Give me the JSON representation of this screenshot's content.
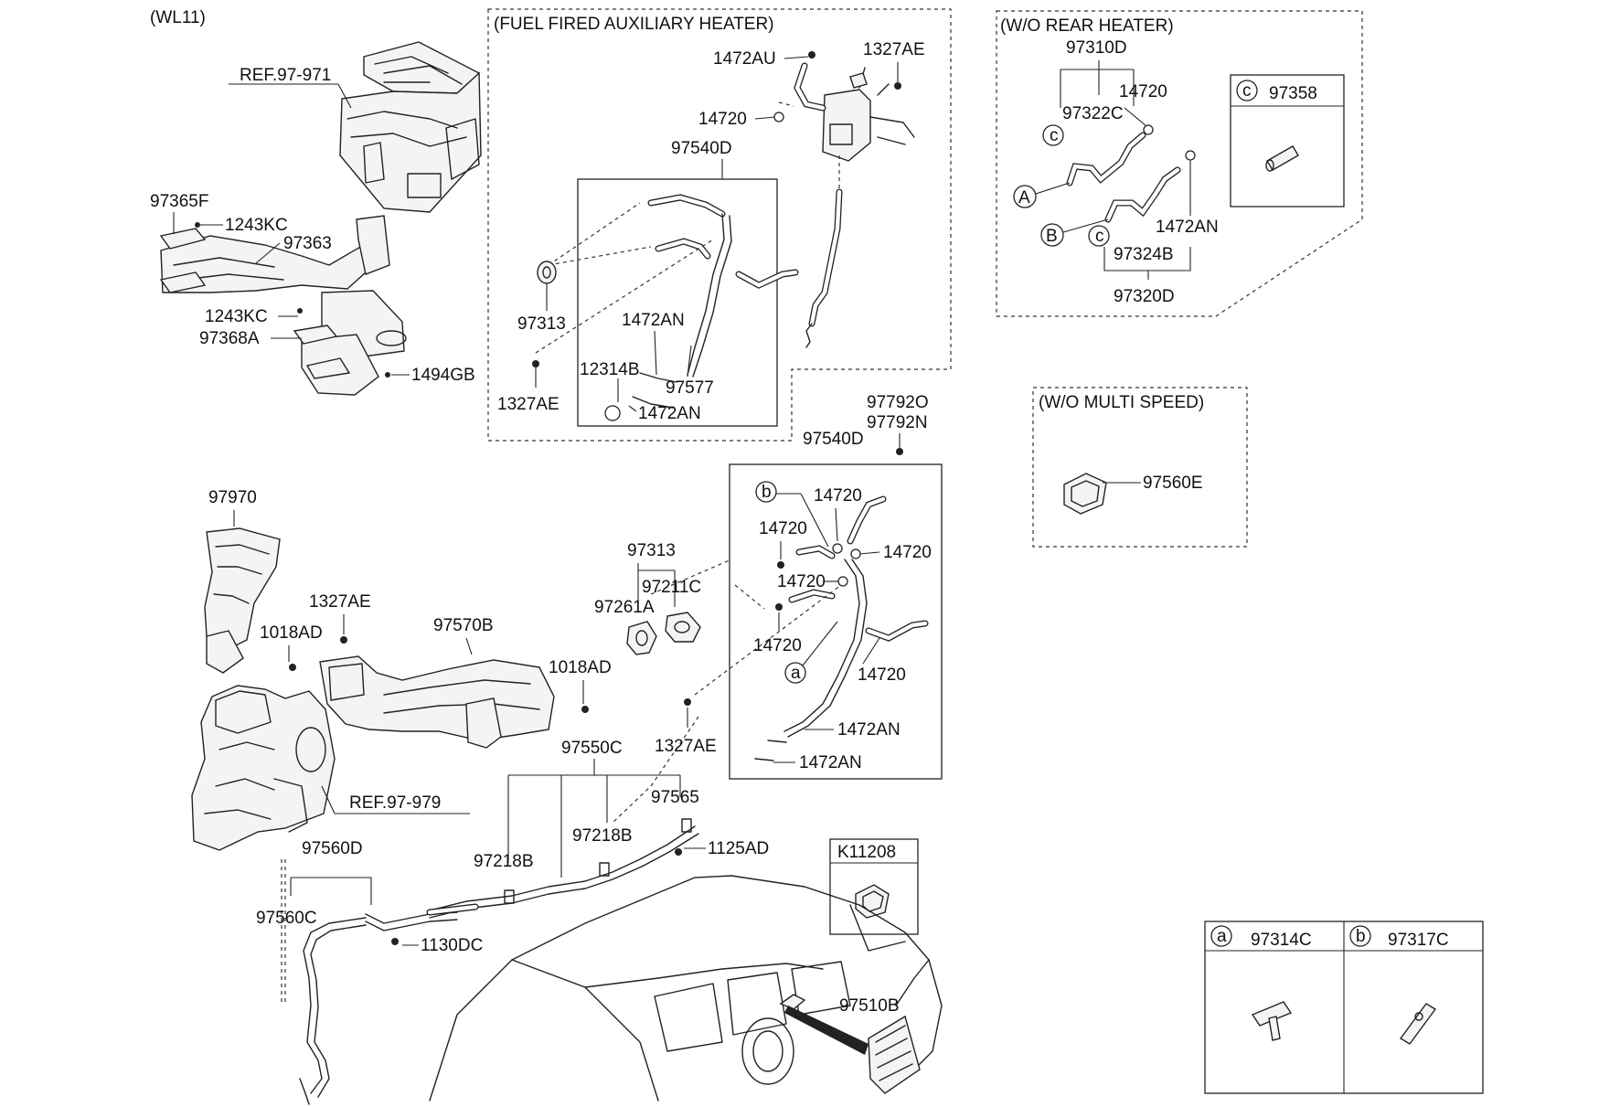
{
  "header": {
    "model_code": "(WL11)"
  },
  "sections": {
    "fuel_fired": "(FUEL FIRED AUXILIARY HEATER)",
    "wo_rear_heater": "(W/O REAR HEATER)",
    "wo_multi_speed": "(W/O MULTI SPEED)"
  },
  "labels": {
    "ref_97_971": "REF.97-971",
    "ref_97_979": "REF.97-979",
    "p97365F": "97365F",
    "p1243KC_a": "1243KC",
    "p97363": "97363",
    "p1243KC_b": "1243KC",
    "p97368A": "97368A",
    "p1494GB": "1494GB",
    "fh_1472AU": "1472AU",
    "fh_1327AE_top": "1327AE",
    "fh_14720": "14720",
    "fh_97540D": "97540D",
    "fh_97313": "97313",
    "fh_1472AN_a": "1472AN",
    "fh_12314B": "12314B",
    "fh_97577": "97577",
    "fh_1472AN_b": "1472AN",
    "fh_1327AE_bot": "1327AE",
    "rh_97310D": "97310D",
    "rh_14720": "14720",
    "rh_97322C": "97322C",
    "rh_1472AN": "1472AN",
    "rh_97324B": "97324B",
    "rh_97320D": "97320D",
    "c_97358": "97358",
    "ms_97560E": "97560E",
    "m_97792O": "97792O",
    "m_97792N": "97792N",
    "m_97540D": "97540D",
    "m_14720_1": "14720",
    "m_14720_2": "14720",
    "m_14720_3": "14720",
    "m_14720_4": "14720",
    "m_14720_5": "14720",
    "m_14720_6": "14720",
    "m_1472AN_1": "1472AN",
    "m_1472AN_2": "1472AN",
    "m_97313": "97313",
    "m_97211C": "97211C",
    "m_97261A": "97261A",
    "m_1327AE_mid": "1327AE",
    "m_97970": "97970",
    "m_1327AE_left": "1327AE",
    "m_1018AD_a": "1018AD",
    "m_97570B": "97570B",
    "m_1018AD_b": "1018AD",
    "m_97550C": "97550C",
    "m_97565": "97565",
    "m_97218B_a": "97218B",
    "m_97218B_b": "97218B",
    "m_1125AD": "1125AD",
    "m_97560D": "97560D",
    "m_97560C": "97560C",
    "m_1130DC": "1130DC",
    "k11208": "K11208",
    "m_97510B": "97510B",
    "a_97314C": "97314C",
    "b_97317C": "97317C"
  },
  "callouts": {
    "a": "a",
    "b": "b",
    "c": "c",
    "A": "A",
    "B": "B"
  }
}
